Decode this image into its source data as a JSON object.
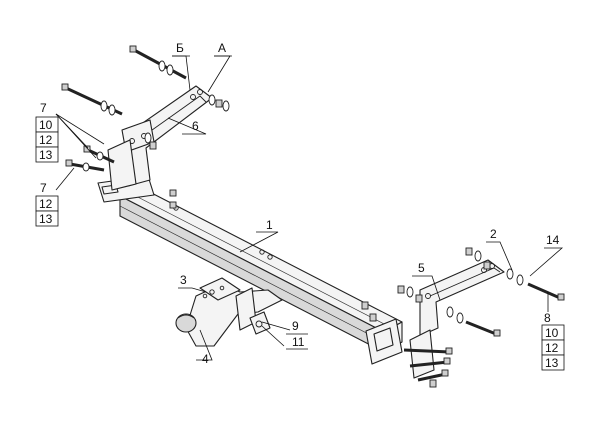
{
  "labels": {
    "part_1": "1",
    "part_2": "2",
    "part_3": "3",
    "part_4": "4",
    "part_5": "5",
    "part_6": "6",
    "part_7_upper": "7",
    "part_7_lower": "7",
    "part_9": "9",
    "part_11": "11",
    "part_14": "14",
    "part_8": "8",
    "letter_b": "Б",
    "letter_a": "А"
  },
  "left_box_upper": [
    "10",
    "12",
    "13"
  ],
  "left_box_lower": [
    "12",
    "13"
  ],
  "right_box": [
    "10",
    "12",
    "13"
  ]
}
